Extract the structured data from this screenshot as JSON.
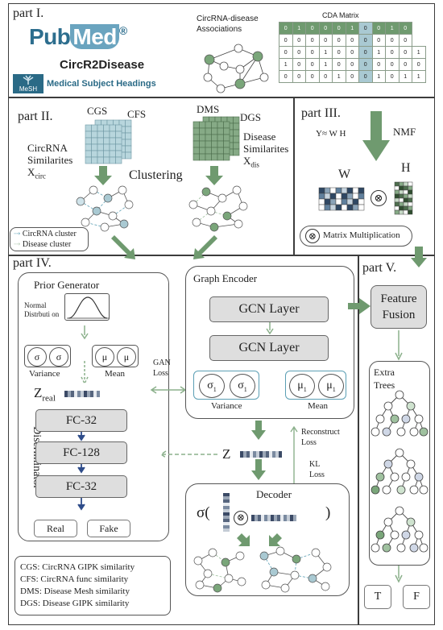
{
  "part1": {
    "title": "part I.",
    "pubmed": {
      "pub": "Pub",
      "med": "Med",
      "reg": "®"
    },
    "circr2disease": "CircR2Disease",
    "mesh_logo": "MeSH",
    "mesh_text": "Medical Subject Headings",
    "assoc_label": "CircRNA-disease Associations",
    "cda_title": "CDA Matrix",
    "cda_rows": [
      [
        "0",
        "1",
        "0",
        "0",
        "0",
        "1",
        "0",
        "0",
        "1",
        "0"
      ],
      [
        "0",
        "0",
        "0",
        "0",
        "0",
        "0",
        "0",
        "0",
        "0",
        "0"
      ],
      [
        "0",
        "0",
        "0",
        "1",
        "0",
        "0",
        "0",
        "1",
        "0",
        "0",
        "1"
      ],
      [
        "1",
        "0",
        "0",
        "1",
        "0",
        "0",
        "0",
        "0",
        "0",
        "0",
        "0"
      ],
      [
        "0",
        "0",
        "0",
        "0",
        "1",
        "0",
        "0",
        "1",
        "0",
        "1",
        "1"
      ]
    ]
  },
  "part2": {
    "title": "part II.",
    "cgs": "CGS",
    "cfs": "CFS",
    "dms": "DMS",
    "dgs": "DGS",
    "circ_sim_1": "CircRNA",
    "circ_sim_2": "Similarites",
    "circ_sim_3": "X",
    "circ_sim_sub": "circ",
    "dis_sim_1": "Disease",
    "dis_sim_2": "Similarites",
    "dis_sim_3": "X",
    "dis_sim_sub": "dis",
    "clustering": "Clustering",
    "legend_circ": "CircRNA cluster",
    "legend_dis": "Disease cluster"
  },
  "part3": {
    "title": "part III.",
    "formula": "Y≈ W H",
    "nmf": "NMF",
    "w": "W",
    "h": "H",
    "matmul": "Matrix Multiplication"
  },
  "part4": {
    "title": "part IV.",
    "prior_generator": "Prior Generator",
    "normal_dist": "Normal Distrbuti on",
    "sigma": "σ",
    "mu": "μ",
    "variance": "Variance",
    "mean": "Mean",
    "z_real": "Z",
    "z_real_sub": "real",
    "discriminator": "Discriminator",
    "fc1": "FC-32",
    "fc2": "FC-128",
    "fc3": "FC-32",
    "real": "Real",
    "fake": "Fake",
    "gan_loss_1": "GAN",
    "gan_loss_2": "Loss",
    "graph_encoder": "Graph Encoder",
    "gcn1": "GCN Layer",
    "gcn2": "GCN Layer",
    "sigma1": "σ",
    "mu1": "μ",
    "sub1": "1",
    "enc_variance": "Variance",
    "enc_mean": "Mean",
    "z": "Z",
    "reconstruct_1": "Reconstruct",
    "reconstruct_2": "Loss",
    "kl_1": "KL",
    "kl_2": "Loss",
    "decoder": "Decoder",
    "decoder_sigma": "σ(",
    "decoder_close": ")",
    "abbr": [
      "CGS: CircRNA GIPK similarity",
      "CFS: CircRNA func similarity",
      "DMS: Disease Mesh similarity",
      "DGS: Disease GIPK similarity"
    ]
  },
  "part5": {
    "title": "part V.",
    "feature_fusion": "Feature Fusion",
    "extra_trees_1": "Extra",
    "extra_trees_2": "Trees",
    "t": "T",
    "f": "F"
  },
  "colors": {
    "green": "#6f9a6f",
    "light_blue": "#a9c9d2",
    "blue_arrow": "#2f4d8a",
    "node_green": "#7aa67a"
  }
}
